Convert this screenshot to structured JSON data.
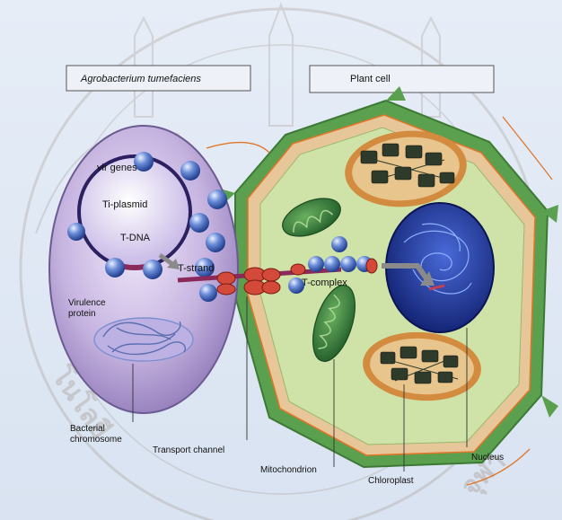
{
  "headers": {
    "bacterium": "Agrobacterium tumefaciens",
    "plant": "Plant cell"
  },
  "labels": {
    "vir_genes": "vir genes",
    "ti_plasmid": "Ti-plasmid",
    "t_dna": "T-DNA",
    "t_strand": "T-strand",
    "virulence_line1": "Virulence",
    "virulence_line2": "protein",
    "t_complex": "T-complex",
    "bacterial_line1": "Bacterial",
    "bacterial_line2": "chromosome",
    "transport_channel": "Transport channel",
    "mitochondrion": "Mitochondrion",
    "chloroplast": "Chloroplast",
    "nucleus": "Nucleus"
  },
  "watermark": {
    "arc_left": "โนโลยี",
    "arc_right": "จุฬา"
  },
  "colors": {
    "background": "#dfe8f4",
    "bacterium": "#b6a3d4",
    "plant_wall": "#5aa04e",
    "cytoplasm": "#cfe3a8",
    "nucleus": "#1d2f8e",
    "protein": "#3a5fb8",
    "t_strand": "#8a2a5a"
  }
}
